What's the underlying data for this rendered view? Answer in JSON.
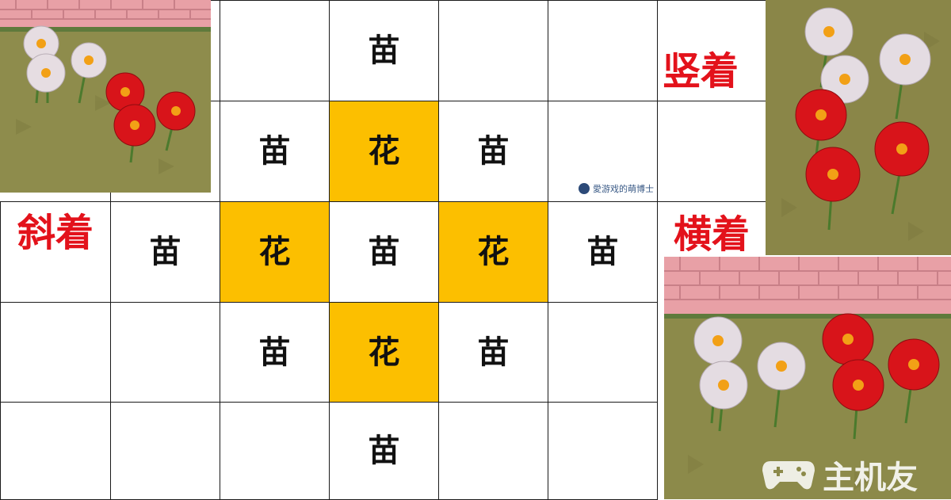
{
  "diagram": {
    "seedling_char": "苗",
    "flower_char": "花",
    "labels": {
      "vertical": "竖着",
      "diagonal": "斜着",
      "horizontal": "横着"
    }
  },
  "cells": [
    {
      "row": 0,
      "col": 3,
      "kind": "seedling"
    },
    {
      "row": 1,
      "col": 2,
      "kind": "seedling"
    },
    {
      "row": 1,
      "col": 3,
      "kind": "flower"
    },
    {
      "row": 1,
      "col": 4,
      "kind": "seedling"
    },
    {
      "row": 2,
      "col": 1,
      "kind": "seedling"
    },
    {
      "row": 2,
      "col": 2,
      "kind": "flower"
    },
    {
      "row": 2,
      "col": 3,
      "kind": "seedling"
    },
    {
      "row": 2,
      "col": 4,
      "kind": "flower"
    },
    {
      "row": 2,
      "col": 5,
      "kind": "seedling"
    },
    {
      "row": 3,
      "col": 2,
      "kind": "seedling"
    },
    {
      "row": 3,
      "col": 3,
      "kind": "flower"
    },
    {
      "row": 3,
      "col": 4,
      "kind": "seedling"
    },
    {
      "row": 4,
      "col": 3,
      "kind": "seedling"
    }
  ],
  "watermarks": {
    "small": "愛游戏的萌博士",
    "brand": "主机友"
  },
  "colors": {
    "flower_cell": "#fcbf00",
    "label_red": "#e3121b",
    "grass": "#8c8a4a",
    "path_pink": "#e89aa0"
  }
}
